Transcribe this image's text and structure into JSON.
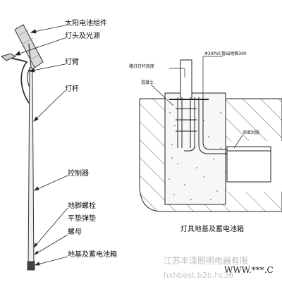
{
  "pole_labels": {
    "solar_module": "太阳电池组件",
    "lamp_head": "灯头及光源",
    "lamp_arm": "灯臂",
    "lamp_pole": "灯杆",
    "controller": "控制器",
    "anchor_bolt": "地脚螺栓",
    "spring_washer": "平垫弹垫",
    "nut": "螺母",
    "foundation_battery_box": "地基及蓄电池箱"
  },
  "foundation_labels": {
    "pole_base": "路灯灯杆底座",
    "pvc_pipe": "Φ30PVC管出地面300",
    "concrete": "混凝土",
    "seal": "涂密封胶"
  },
  "caption": "灯具地基及蓄电池箱",
  "watermark": {
    "company": "江苏丰泽照明电器有限",
    "url": "WWW.***.C",
    "site": "hxhbest.b2b.hc36"
  }
}
